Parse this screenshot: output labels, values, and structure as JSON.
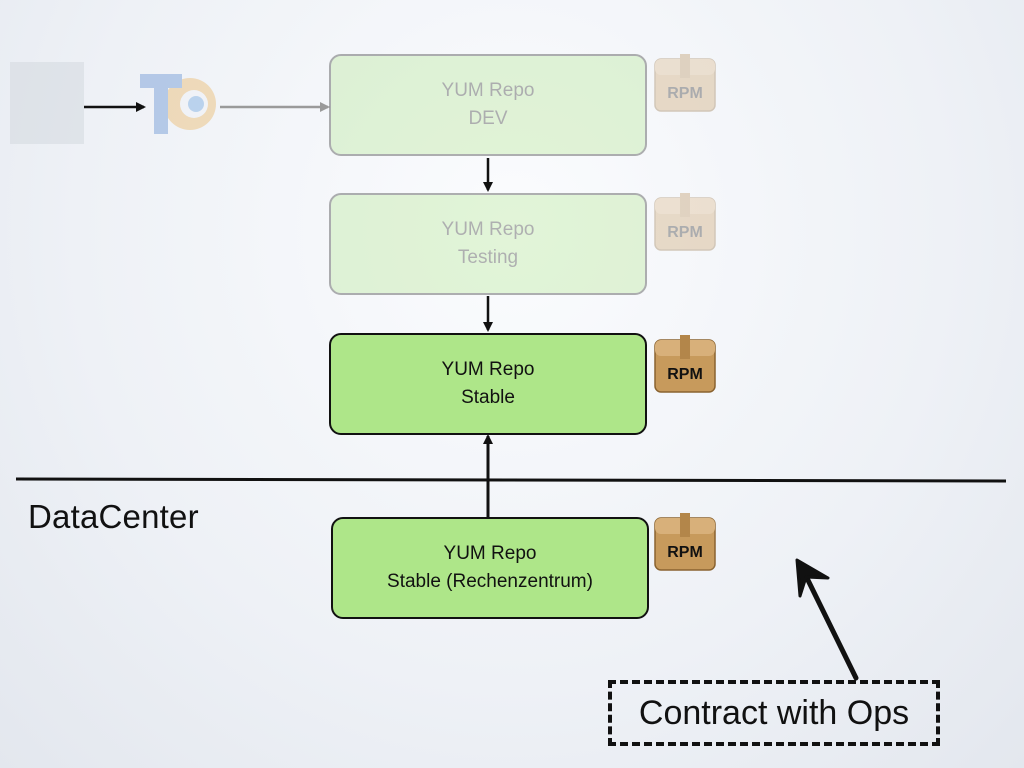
{
  "boxes": {
    "dev": {
      "line1": "YUM Repo",
      "line2": "DEV"
    },
    "testing": {
      "line1": "YUM Repo",
      "line2": "Testing"
    },
    "stable": {
      "line1": "YUM Repo",
      "line2": "Stable"
    },
    "stable_dc": {
      "line1": "YUM Repo",
      "line2": "Stable (Rechenzentrum)"
    }
  },
  "rpm_label": "RPM",
  "datacenter_label": "DataCenter",
  "contract_label": "Contract with Ops",
  "icons": {
    "package": "rpm-package-icon",
    "logo": "teamcity-logo-icon"
  },
  "colors": {
    "box_fill": "#aee689",
    "line": "#111111"
  }
}
